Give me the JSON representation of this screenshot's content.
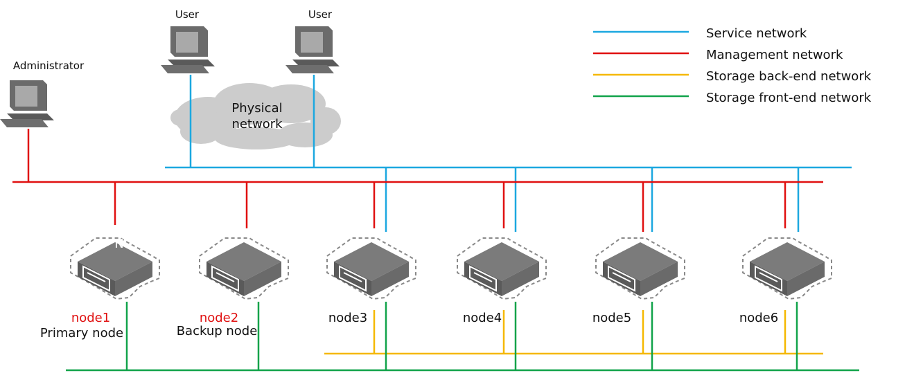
{
  "colors": {
    "service": "#1ca8e0",
    "management": "#e01010",
    "storage_backend": "#f5b800",
    "storage_frontend": "#11a34a",
    "server": "#777777",
    "cloud": "#cccccc"
  },
  "legend": [
    {
      "key": "service",
      "label": "Service network"
    },
    {
      "key": "management",
      "label": "Management network"
    },
    {
      "key": "storage_backend",
      "label": "Storage back-end network"
    },
    {
      "key": "storage_frontend",
      "label": "Storage front-end network"
    }
  ],
  "cloud": {
    "line1": "Physical",
    "line2": "network"
  },
  "terminals": {
    "admin": "Administrator",
    "user1": "User",
    "user2": "User"
  },
  "nodes": [
    {
      "name": "node1",
      "role": "Primary node",
      "name_highlight": true,
      "badge": "N"
    },
    {
      "name": "node2",
      "role": "Backup node",
      "name_highlight": true
    },
    {
      "name": "node3"
    },
    {
      "name": "node4"
    },
    {
      "name": "node5"
    },
    {
      "name": "node6"
    }
  ]
}
